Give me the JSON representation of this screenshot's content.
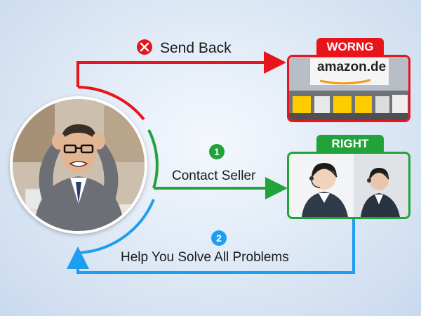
{
  "flow": {
    "send_back": {
      "label": "Send Back",
      "icon": "x-circle-icon",
      "color": "#e8141c"
    },
    "contact_seller": {
      "step": "1",
      "label": "Contact Seller",
      "color": "#21a33a"
    },
    "help": {
      "step": "2",
      "label": "Help You Solve All Problems",
      "color": "#1e9ef0"
    }
  },
  "wrong": {
    "tag": "WORNG",
    "logo_text": "amazon.de",
    "color": "#e8141c"
  },
  "right": {
    "tag": "RIGHT",
    "color": "#21a33a"
  }
}
